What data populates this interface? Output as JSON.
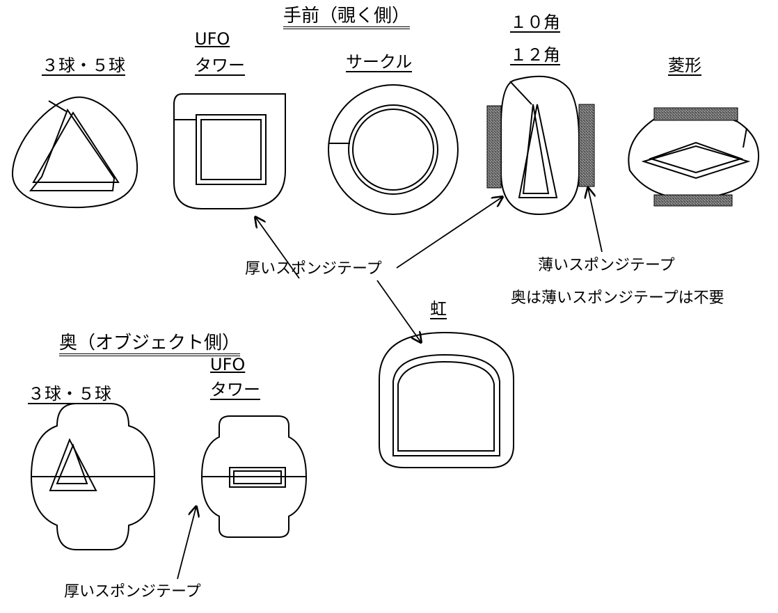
{
  "front": {
    "title": "手前（覗く側）",
    "shapes": {
      "ball": "３球・５球",
      "ufo_line1": "UFO",
      "ufo_line2": "タワー",
      "circle": "サークル",
      "deca": "１０角",
      "dodeca": "１２角",
      "diamond": "菱形",
      "rainbow": "虹"
    }
  },
  "back": {
    "title": "奥（オブジェクト側）",
    "shapes": {
      "ball": "３球・５球",
      "ufo_line1": "UFO",
      "ufo_line2": "タワー"
    }
  },
  "notes": {
    "thick_tape": "厚いスポンジテープ",
    "thin_tape": "薄いスポンジテープ",
    "thin_not_needed": "奥は薄いスポンジテープは不要",
    "thick_tape_bottom": "厚いスポンジテープ"
  },
  "colors": {
    "line": "#000000",
    "sponge": "#555555"
  }
}
